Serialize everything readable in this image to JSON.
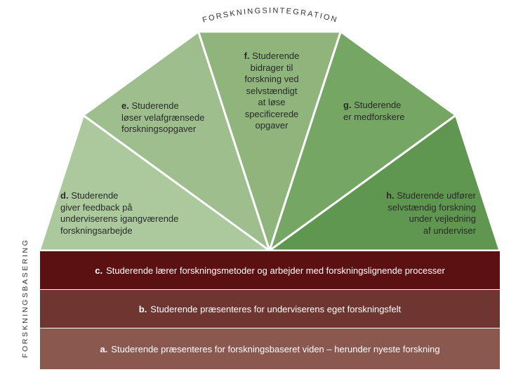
{
  "arc_title": "FORSKNINGSINTEGRATION",
  "side_title": "FORSKNINGSBASERING",
  "segments": [
    {
      "letter": "d.",
      "text": "Studerende\ngiver feedback på\nunderviserens igangværende\nforskningsarbejde",
      "color": "#acc99d"
    },
    {
      "letter": "e.",
      "text": "Studerende\nløser velafgrænsede\nforskningsopgaver",
      "color": "#9fbe8e"
    },
    {
      "letter": "f.",
      "text": "Studerende\nbidrager til\nforskning ved\nselvstændigt\nat løse\nspecificerede\nopgaver",
      "color": "#8fb57c"
    },
    {
      "letter": "g.",
      "text": "Studerende\ner medforskere",
      "color": "#75a664"
    },
    {
      "letter": "h.",
      "text": "Studerende udfører\nselvstændig forskning\nunder vejledning\naf underviser",
      "color": "#5f9650"
    }
  ],
  "bands": [
    {
      "letter": "c.",
      "text": "Studerende lærer forskningsmetoder og arbejder med forskningslignende processer",
      "color": "#5b1111"
    },
    {
      "letter": "b.",
      "text": "Studerende præsenteres for underviserens eget forskningsfelt",
      "color": "#6f3530"
    },
    {
      "letter": "a.",
      "text": "Studerende præsenteres for forskningsbaseret viden – herunder nyeste forskning",
      "color": "#8b5850"
    }
  ]
}
